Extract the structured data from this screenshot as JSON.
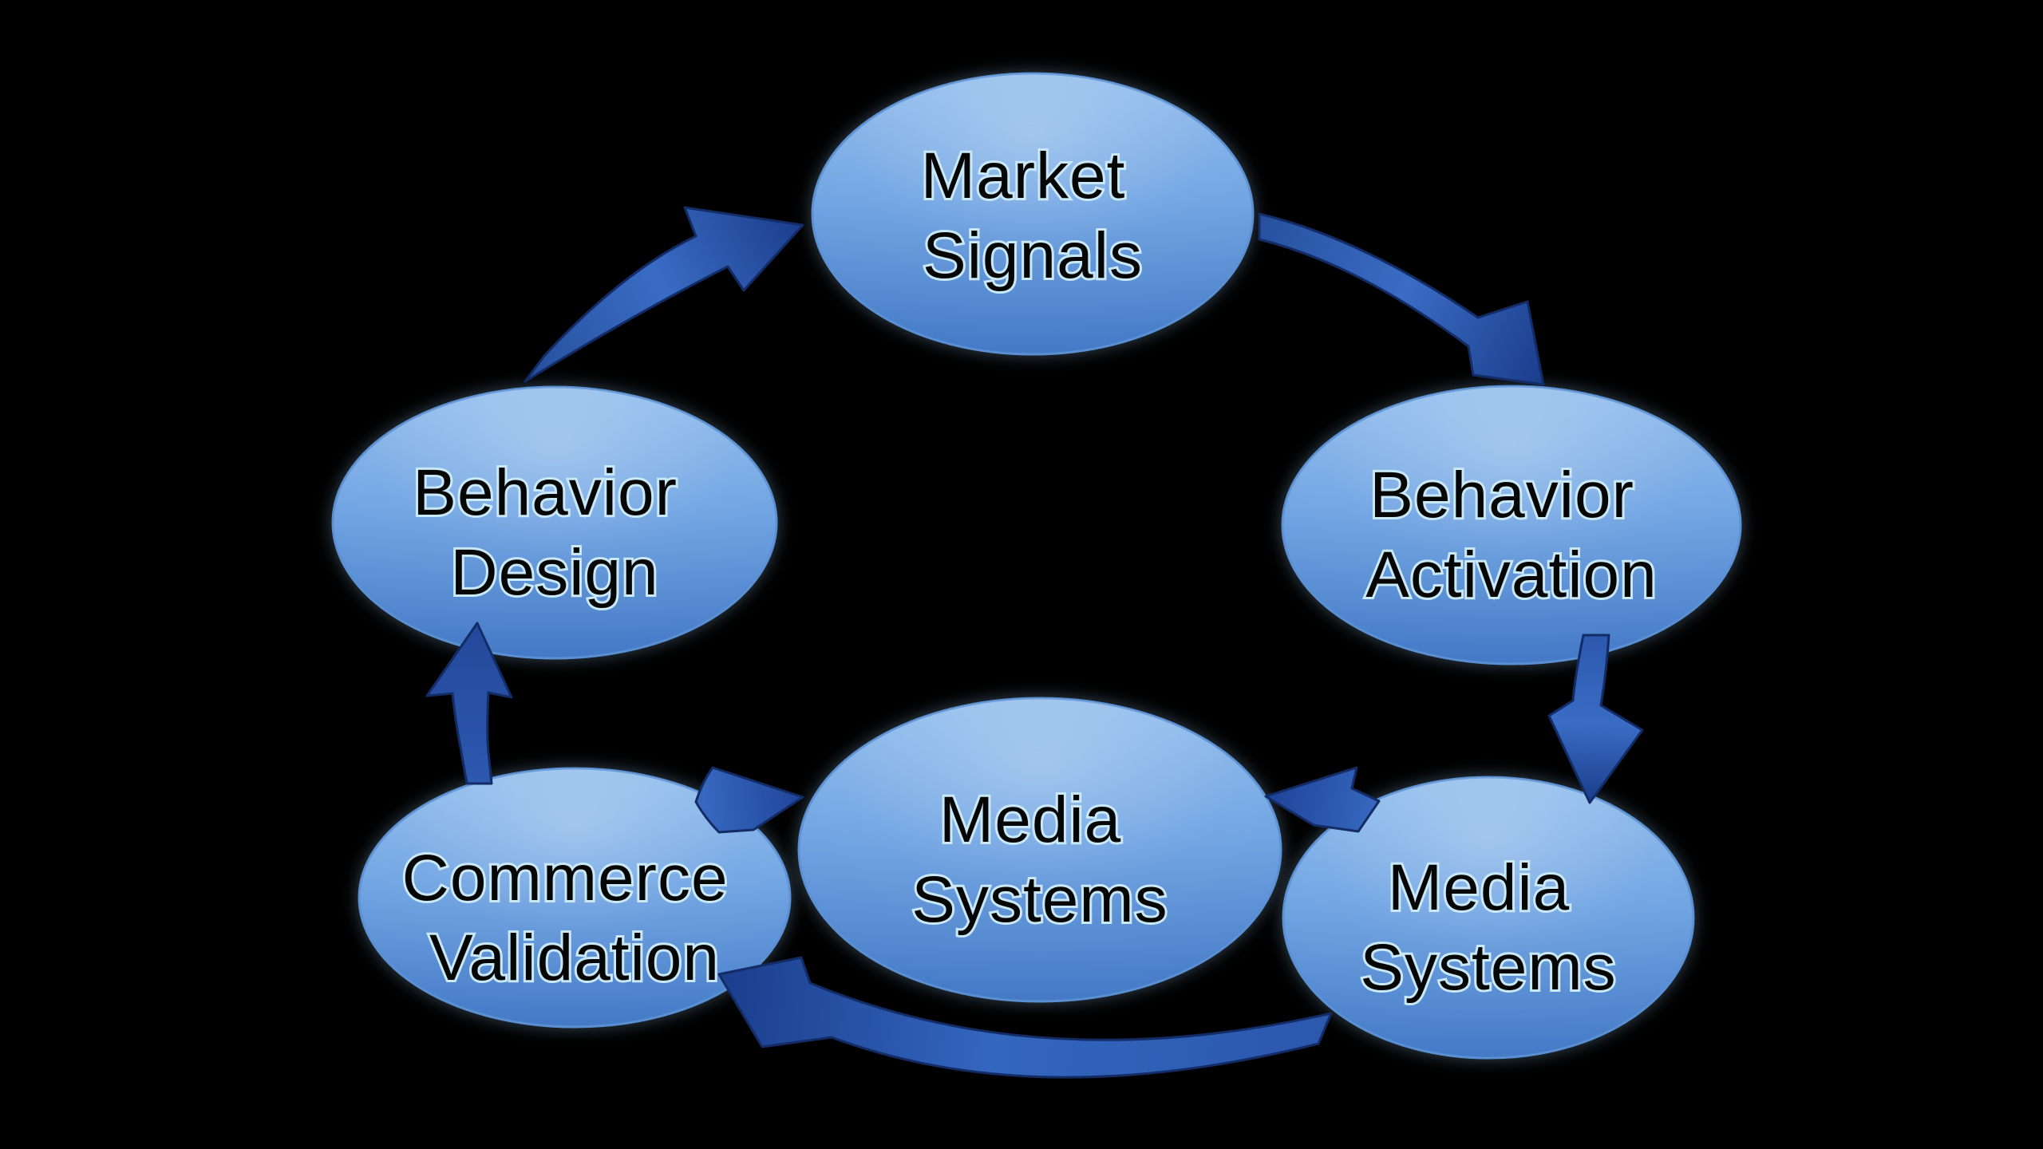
{
  "title": "Cycle diagram: market signals, behavior and media systems loop",
  "background_color": "#000000",
  "palette": {
    "node_fill_top": "#8fbcec",
    "node_fill_mid": "#6da2e2",
    "node_fill_bottom": "#4379c6",
    "node_border": "#5a8fd2",
    "node_outer_glow": "#bee0f6",
    "arrow_fill_light": "#3a6cc4",
    "arrow_fill_mid": "#2c58ae",
    "arrow_fill_dark": "#1c3f8e",
    "arrow_outline": "#132c66",
    "label_color": "#060606",
    "label_halo": "#c9e8f8"
  },
  "nodes": {
    "market_signals": {
      "line1": "Market",
      "line2": "Signals"
    },
    "behavior_activation": {
      "line1": "Behavior",
      "line2": "Activation"
    },
    "media_systems_right": {
      "line1": "Media",
      "line2": "Systems"
    },
    "media_systems_center": {
      "line1": "Media",
      "line2": "Systems"
    },
    "commerce_validation": {
      "line1": "Commerce",
      "line2": "Validation"
    },
    "behavior_design": {
      "line1": "Behavior",
      "line2": "Design"
    }
  },
  "edges": [
    {
      "from": "behavior_design",
      "to": "market_signals"
    },
    {
      "from": "market_signals",
      "to": "behavior_activation"
    },
    {
      "from": "behavior_activation",
      "to": "media_systems_right"
    },
    {
      "from": "media_systems_right",
      "to": "media_systems_center"
    },
    {
      "from": "media_systems_right",
      "to": "commerce_validation"
    },
    {
      "from": "commerce_validation",
      "to": "media_systems_center"
    },
    {
      "from": "commerce_validation",
      "to": "behavior_design"
    }
  ]
}
